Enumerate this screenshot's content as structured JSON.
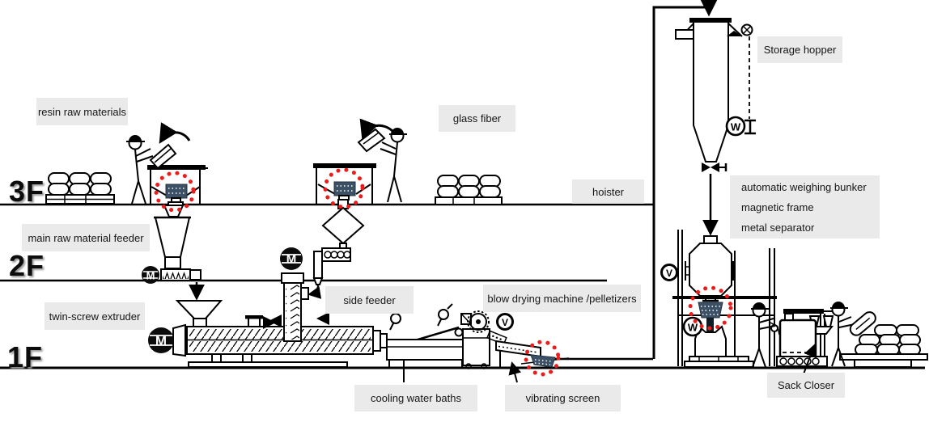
{
  "floors": {
    "f3": "3F",
    "f2": "2F",
    "f1": "1F"
  },
  "labels": {
    "resin_raw_materials": "resin raw materials",
    "glass_fiber": "glass fiber",
    "hoister": "hoister",
    "storage_hopper": "Storage hopper",
    "weighing_bunker_line1": "automatic weighing bunker",
    "weighing_bunker_line2": "magnetic frame",
    "weighing_bunker_line3": "metal separator",
    "main_raw_material_feeder": "main raw material feeder",
    "twin_screw_extruder": "twin-screw extruder",
    "side_feeder": "side feeder",
    "blow_drying": "blow drying machine /pelletizers",
    "cooling_water_baths": "cooling water baths",
    "vibrating_screen": "vibrating screen",
    "sack_closer": "Sack Closer"
  },
  "symbols": {
    "motor": "M",
    "blower": "V",
    "weigher": "W"
  },
  "colors": {
    "label_bg": "#eaeaea",
    "line": "#000000",
    "highlight_red": "#ee1b1b",
    "sieve_fill": "#3d5166"
  }
}
